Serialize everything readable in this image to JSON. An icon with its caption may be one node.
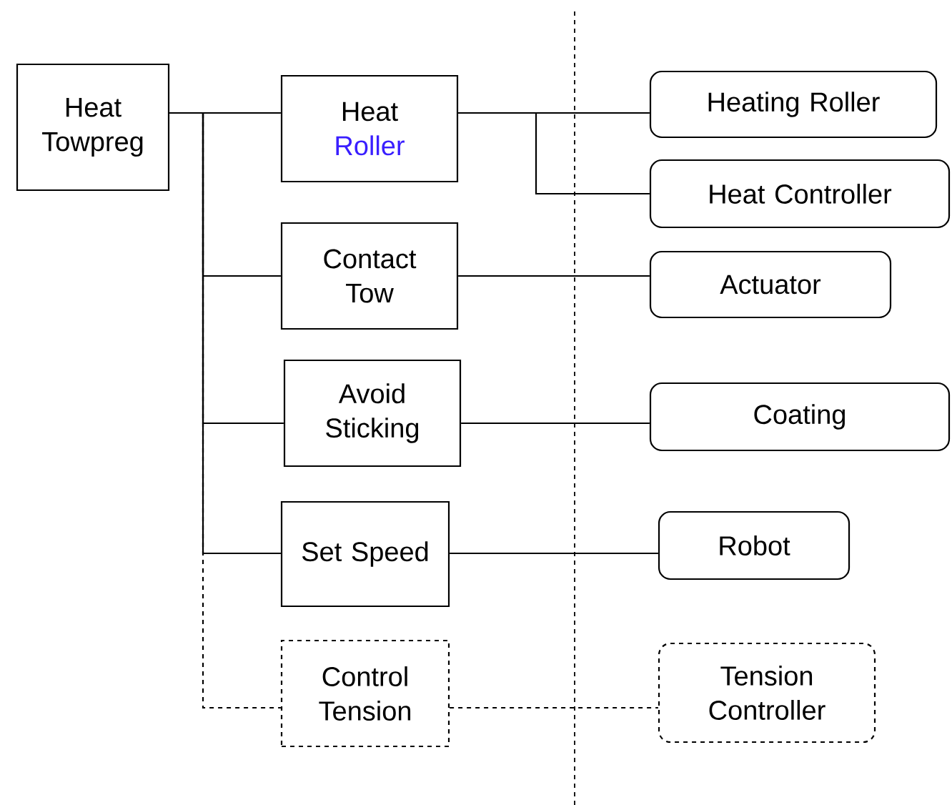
{
  "diagram": {
    "nodes": [
      {
        "text": [
          "Heat Towpreg"
        ]
      },
      {
        "text": [
          "Heat",
          "Roller"
        ]
      },
      {
        "text": [
          "Contact Tow"
        ]
      },
      {
        "text": [
          "Avoid Sticking"
        ]
      },
      {
        "text": [
          "Set Speed"
        ]
      },
      {
        "text": [
          "Control Tension"
        ]
      },
      {
        "text": [
          "Heating Roller"
        ]
      },
      {
        "text": [
          "Heat Controller"
        ]
      },
      {
        "text": [
          "Actuator"
        ]
      },
      {
        "text": [
          "Coating"
        ]
      },
      {
        "text": [
          "Robot"
        ]
      },
      {
        "text": [
          "Tension Controller"
        ]
      }
    ],
    "edges": [
      {
        "from": 0,
        "to": 1,
        "arrow": "none"
      },
      {
        "from": 0,
        "to": 2,
        "arrow": "none"
      },
      {
        "from": 0,
        "to": 3,
        "arrow": "none"
      },
      {
        "from": 0,
        "to": 4,
        "arrow": "none"
      },
      {
        "from": 0,
        "to": 5,
        "arrow": "none",
        "style": "dashed"
      },
      {
        "from": 1,
        "to": 6,
        "arrow": "none"
      },
      {
        "from": 1,
        "to": 7,
        "arrow": "none"
      },
      {
        "from": 2,
        "to": 8,
        "arrow": "none"
      },
      {
        "from": 3,
        "to": 9,
        "arrow": "none"
      },
      {
        "from": 4,
        "to": 10,
        "arrow": "none"
      },
      {
        "from": 5,
        "to": 11,
        "arrow": "none",
        "style": "dashed"
      }
    ]
  }
}
